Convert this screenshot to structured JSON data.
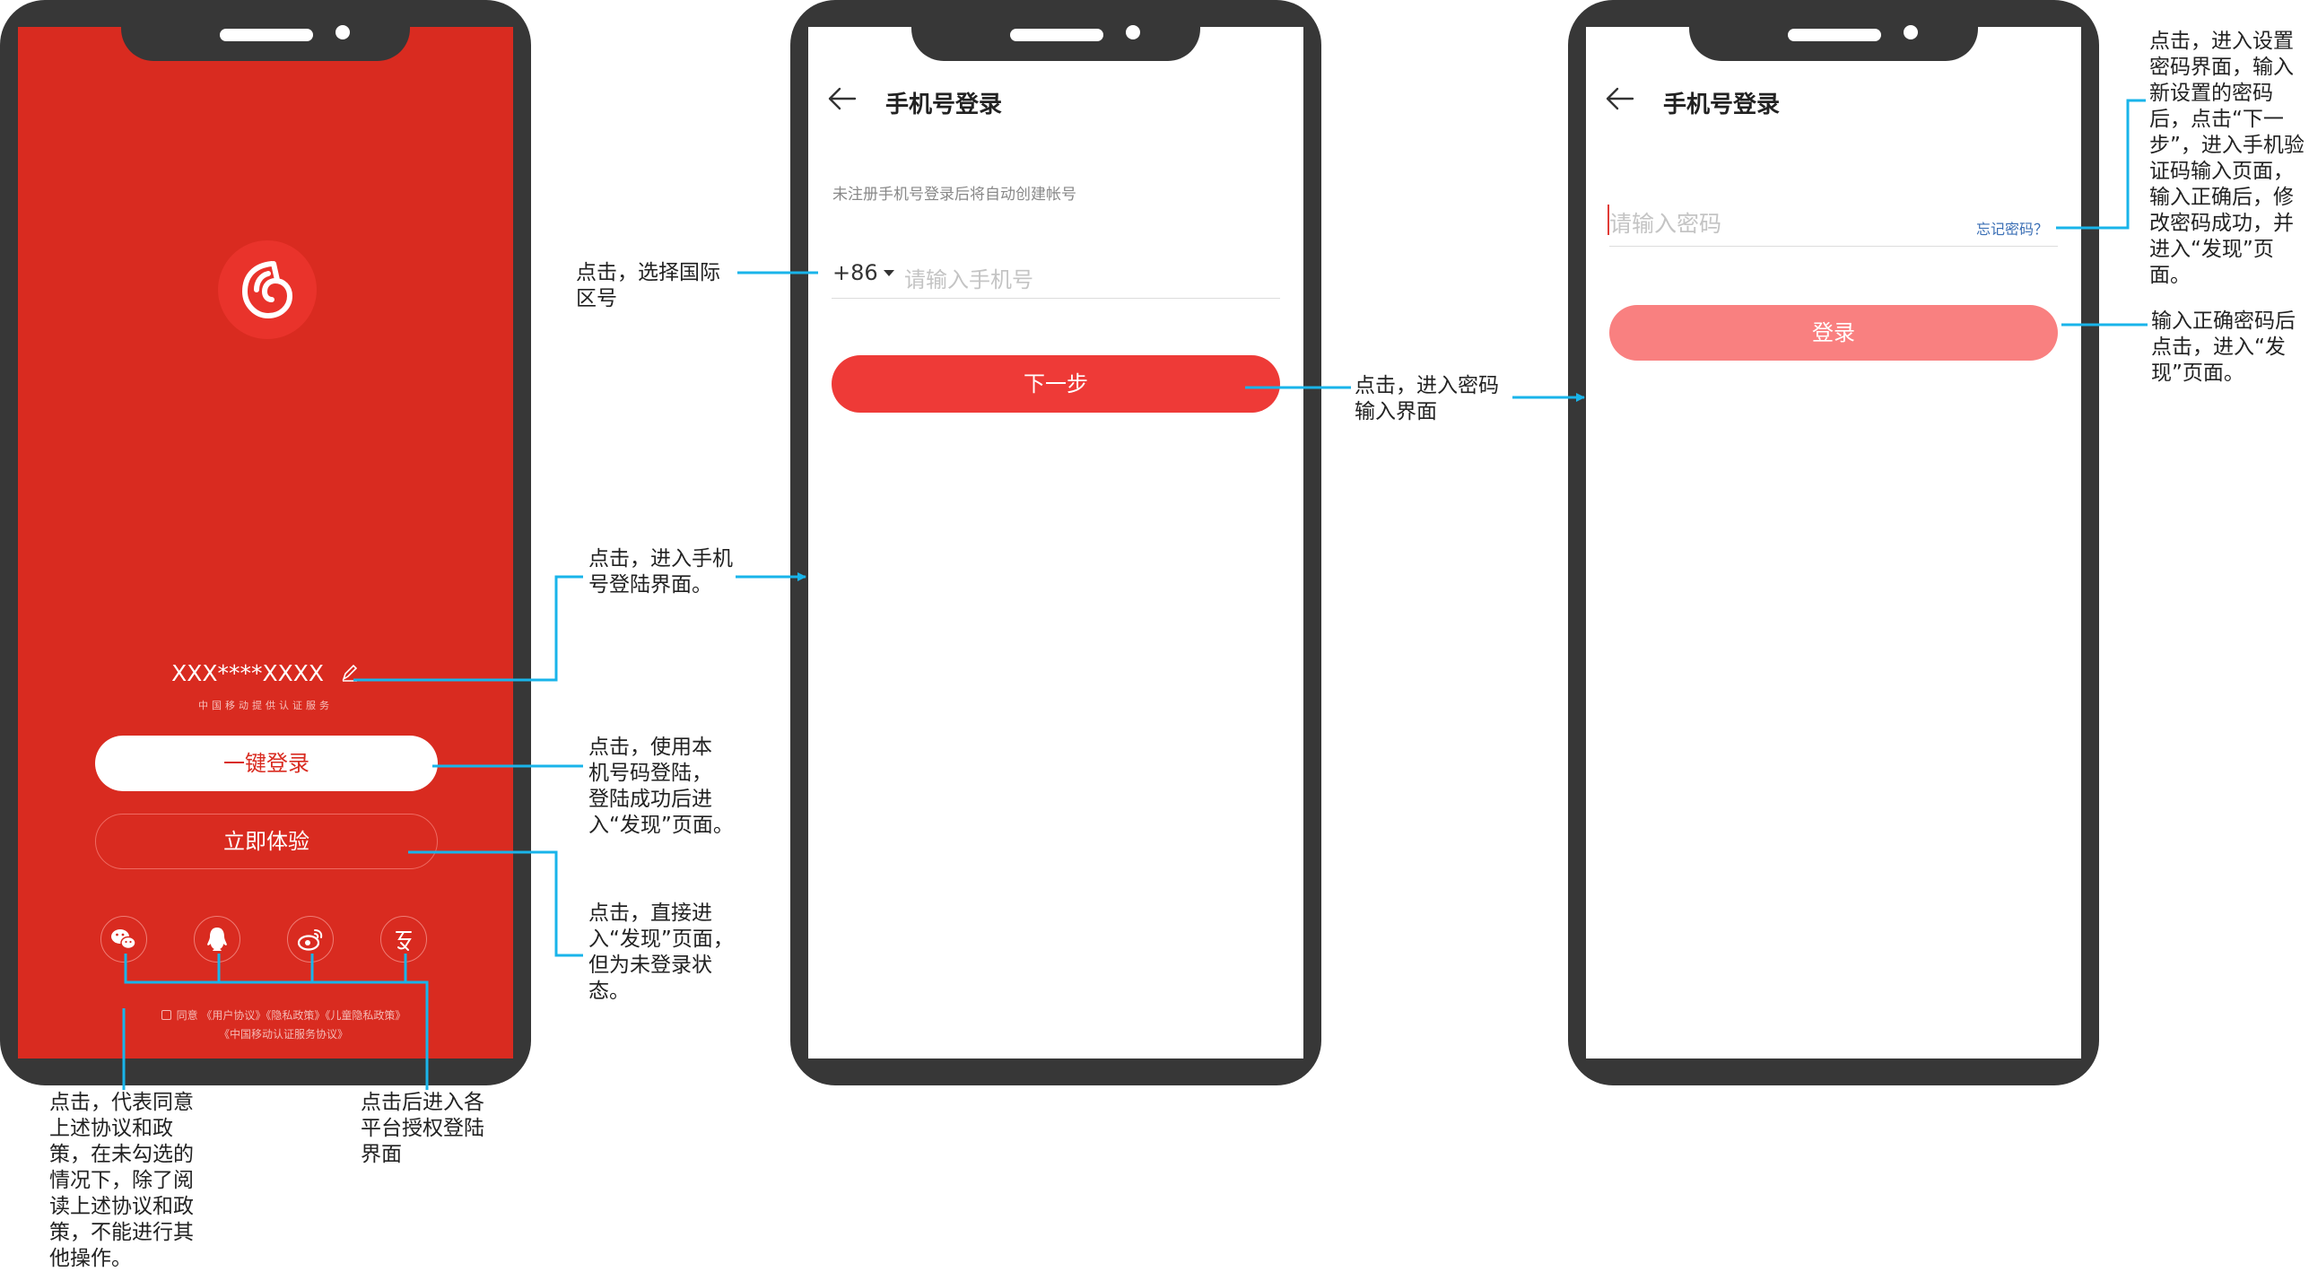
{
  "colors": {
    "brand_red": "#d92b20",
    "button_red": "#ee3a37",
    "button_pink": "#f98080",
    "connector_blue": "#19b4ea",
    "phone_frame": "#373737"
  },
  "screen1": {
    "logo_icon": "netease-music-logo",
    "masked_number": "XXX****XXXX",
    "edit_icon": "pencil-icon",
    "provider_text": "中国移动提供认证服务",
    "one_click_login": "一键登录",
    "try_now": "立即体验",
    "social_icons": [
      "wechat-icon",
      "qq-icon",
      "weibo-icon",
      "netease-mail-icon"
    ],
    "agreement_prefix": "同意",
    "agreement_line1": "《用户协议》《隐私政策》《儿童隐私政策》",
    "agreement_line2": "《中国移动认证服务协议》"
  },
  "screen2": {
    "back_icon": "back-arrow-icon",
    "title": "手机号登录",
    "hint": "未注册手机号登录后将自动创建帐号",
    "country_code": "+86",
    "phone_placeholder": "请输入手机号",
    "next_button": "下一步"
  },
  "screen3": {
    "back_icon": "back-arrow-icon",
    "title": "手机号登录",
    "password_placeholder": "请输入密码",
    "forgot_password": "忘记密码？",
    "login_button": "登录"
  },
  "annotations": {
    "country_code": "点击，选择国际\n区号",
    "try_now_to_phone": "点击，进入手机\n号登陆界面。",
    "one_click": "点击，使用本\n机号码登陆，\n登陆成功后进\n入“发现”页面。",
    "try_now": "点击，直接进\n入“发现”页面，\n但为未登录状\n态。",
    "agreement": "点击，代表同意\n上述协议和政\n策，在未勾选的\n情况下，除了阅\n读上述协议和政\n策，不能进行其\n他操作。",
    "social": "点击后进入各\n平台授权登陆\n界面",
    "next_step": "点击，进入密码\n输入界面",
    "forgot_password": "点击，进入设置\n密码界面，输入\n新设置的密码\n后，点击“下一\n步”，进入手机验\n证码输入页面，\n输入正确后，修\n改密码成功，并\n进入“发现”页面。",
    "login": "输入正确密码后\n点击，进入“发\n现”页面。"
  }
}
